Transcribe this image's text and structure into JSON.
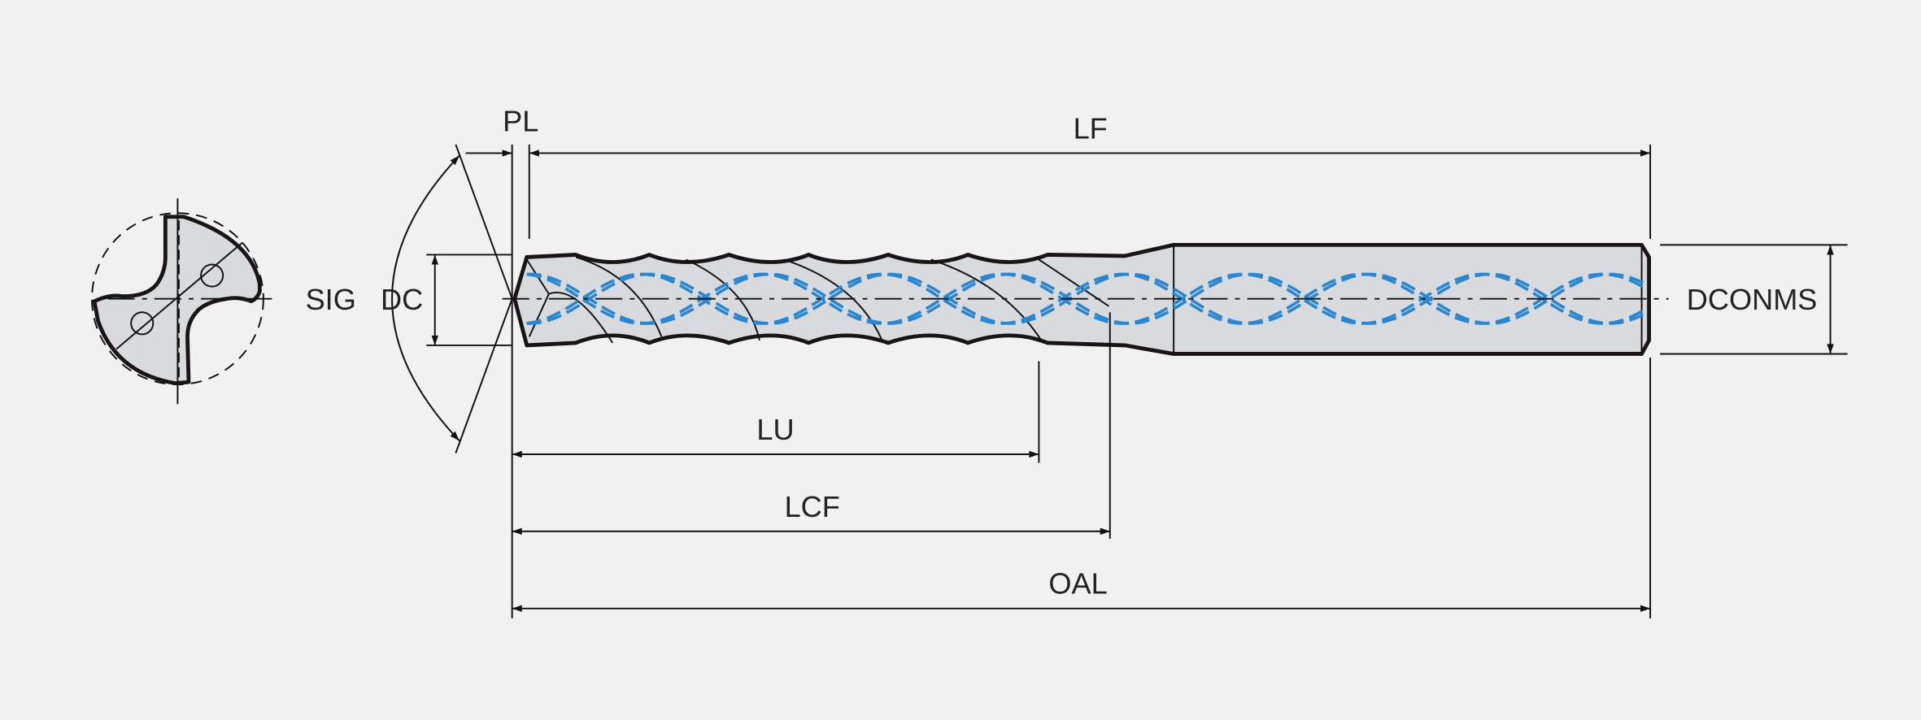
{
  "title": "Drill dimension diagram",
  "labels": {
    "pl": "PL",
    "lf": "LF",
    "sig": "SIG",
    "dc": "DC",
    "lu": "LU",
    "lcf": "LCF",
    "oal": "OAL",
    "dconms": "DCONMS"
  },
  "colors": {
    "background": "#f1f1f1",
    "body_fill": "#d8dadd",
    "outline": "#1a1414",
    "coolant_helix": "#2a86d0"
  }
}
